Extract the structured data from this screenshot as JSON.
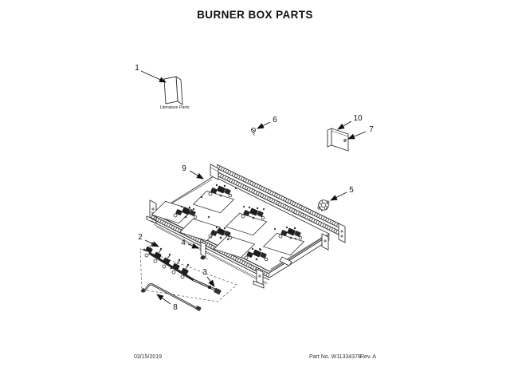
{
  "page": {
    "title": "BURNER BOX PARTS"
  },
  "footer": {
    "date": "03/15/2019",
    "part_no": "Part No. W11334378",
    "rev": "Rev. A"
  },
  "diagram": {
    "type": "exploded-parts-view",
    "literature_label": "Literature Parts",
    "callouts": [
      {
        "label": "1"
      },
      {
        "label": "2"
      },
      {
        "label": "3"
      },
      {
        "label": "4"
      },
      {
        "label": "5"
      },
      {
        "label": "6"
      },
      {
        "label": "7"
      },
      {
        "label": "8"
      },
      {
        "label": "9"
      },
      {
        "label": "10"
      }
    ],
    "colors": {
      "line": "#222222",
      "background": "#ffffff",
      "text": "#111111"
    }
  }
}
